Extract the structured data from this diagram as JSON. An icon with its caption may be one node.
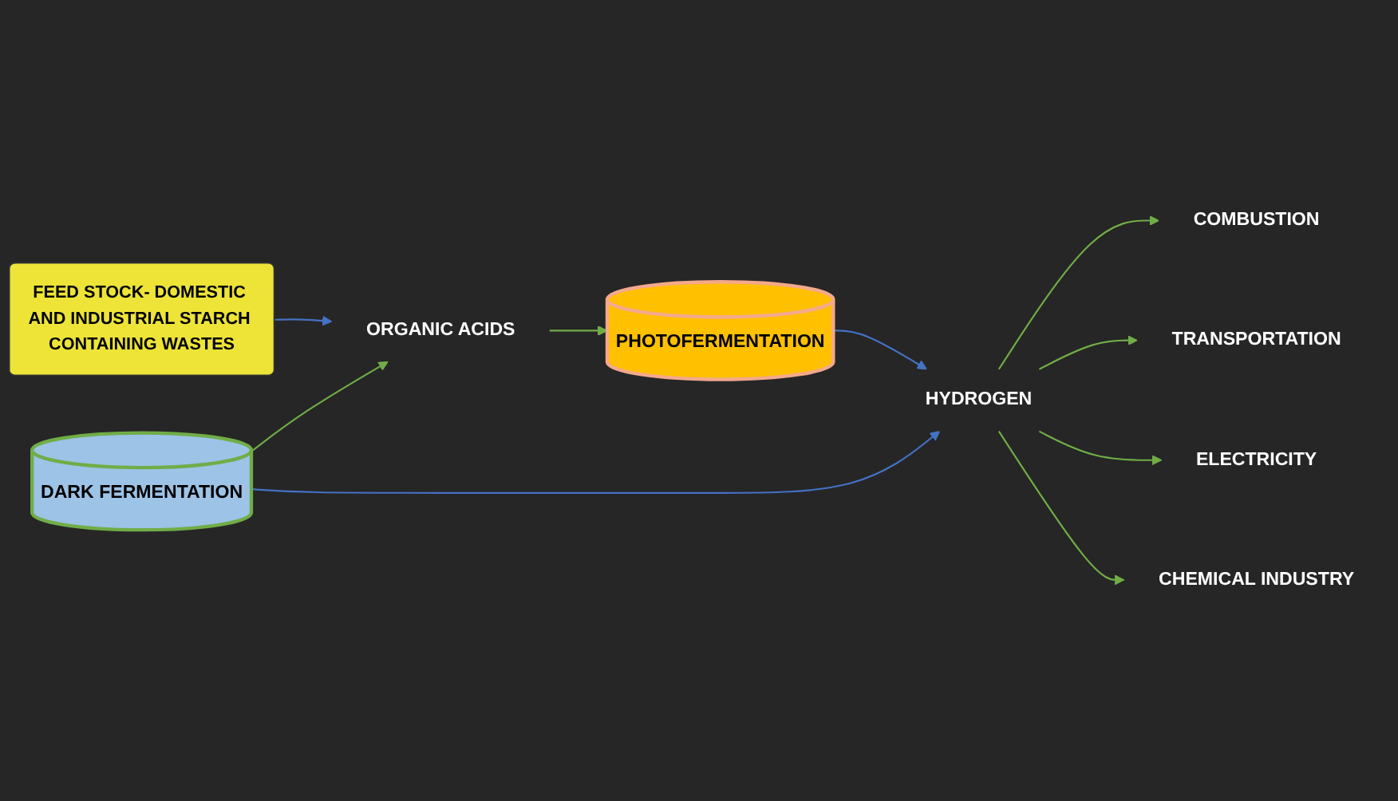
{
  "diagram": {
    "nodes": [
      {
        "text": [
          "FEED STOCK- DOMESTIC AND INDUSTRIAL STARCH CONTAINING WASTES"
        ]
      },
      {
        "text": [
          "DARK FERMENTATION"
        ]
      },
      {
        "text": [
          "ORGANIC ACIDS"
        ]
      },
      {
        "text": [
          "PHOTOFERMENTATION"
        ]
      },
      {
        "text": [
          "HYDROGEN"
        ]
      },
      {
        "text": [
          "COMBUSTION"
        ]
      },
      {
        "text": [
          "TRANSPORTATION"
        ]
      },
      {
        "text": [
          "ELECTRICITY"
        ]
      },
      {
        "text": [
          "CHEMICAL INDUSTRY"
        ]
      }
    ],
    "edges": [
      {
        "from": 0,
        "to": 2,
        "arrow": "to",
        "color": "#4472c4"
      },
      {
        "from": 1,
        "to": 2,
        "arrow": "to"
      },
      {
        "from": 2,
        "to": 3,
        "arrow": "to"
      },
      {
        "from": 1,
        "to": 4,
        "arrow": "to",
        "color": "#4472c4"
      },
      {
        "from": 3,
        "to": 4,
        "arrow": "to",
        "color": "#4472c4"
      },
      {
        "from": 4,
        "to": 5,
        "arrow": "to"
      },
      {
        "from": 4,
        "to": 6,
        "arrow": "to"
      },
      {
        "from": 4,
        "to": 7,
        "arrow": "to"
      },
      {
        "from": 4,
        "to": 8,
        "arrow": "to"
      }
    ]
  }
}
